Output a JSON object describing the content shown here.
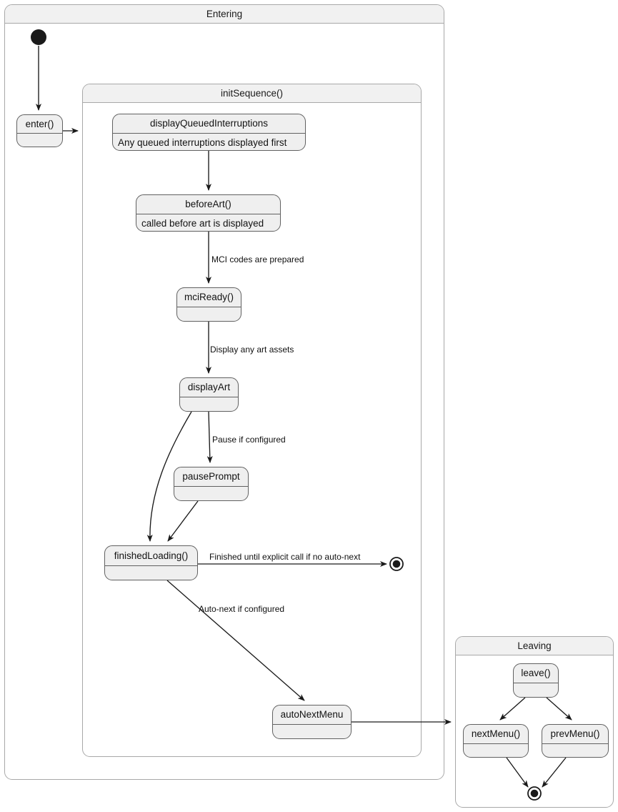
{
  "diagram": {
    "type": "uml-state-diagram",
    "title_visible": false,
    "colors": {
      "state_fill": "#EFEFEF",
      "state_stroke": "#616161",
      "frame_stroke": "#A8A8A8",
      "frame_title_fill": "#F1F1F1",
      "edge_stroke": "#1A1A1A",
      "node_fill_initial": "#1A1A1A",
      "background": "#FFFFFF"
    }
  },
  "composites": {
    "entering": {
      "title": "Entering"
    },
    "init_sequence": {
      "title": "initSequence()"
    },
    "leaving": {
      "title": "Leaving"
    }
  },
  "states": {
    "enter": {
      "name": "enter()",
      "body": ""
    },
    "display_queued_interruptions": {
      "name": "displayQueuedInterruptions",
      "body": "Any queued interruptions displayed first"
    },
    "before_art": {
      "name": "beforeArt()",
      "body": "called before art is displayed"
    },
    "mci_ready": {
      "name": "mciReady()",
      "body": ""
    },
    "display_art": {
      "name": "displayArt",
      "body": ""
    },
    "pause_prompt": {
      "name": "pausePrompt",
      "body": ""
    },
    "finished_loading": {
      "name": "finishedLoading()",
      "body": ""
    },
    "auto_next_menu": {
      "name": "autoNextMenu",
      "body": ""
    },
    "leave": {
      "name": "leave()",
      "body": ""
    },
    "next_menu": {
      "name": "nextMenu()",
      "body": ""
    },
    "prev_menu": {
      "name": "prevMenu()",
      "body": ""
    }
  },
  "pseudostates": {
    "initial": {
      "kind": "initial",
      "label": ""
    },
    "final_entering": {
      "kind": "final",
      "label": ""
    },
    "final_leaving": {
      "kind": "final",
      "label": ""
    }
  },
  "transitions": [
    {
      "id": "t_initial_enter",
      "from": "initial",
      "to": "enter",
      "label": ""
    },
    {
      "id": "t_enter_init",
      "from": "enter",
      "to": "init_sequence",
      "label": ""
    },
    {
      "id": "t_dqi_beforeart",
      "from": "display_queued_interruptions",
      "to": "before_art",
      "label": ""
    },
    {
      "id": "t_beforeart_mci",
      "from": "before_art",
      "to": "mci_ready",
      "label": "MCI codes are prepared"
    },
    {
      "id": "t_mci_displayart",
      "from": "mci_ready",
      "to": "display_art",
      "label": "Display any art assets"
    },
    {
      "id": "t_displayart_pause",
      "from": "display_art",
      "to": "pause_prompt",
      "label": "Pause if configured"
    },
    {
      "id": "t_displayart_finished",
      "from": "display_art",
      "to": "finished_loading",
      "label": ""
    },
    {
      "id": "t_pause_finished",
      "from": "pause_prompt",
      "to": "finished_loading",
      "label": ""
    },
    {
      "id": "t_finished_final",
      "from": "finished_loading",
      "to": "final_entering",
      "label": "Finished until explicit call if no auto-next"
    },
    {
      "id": "t_finished_autonext",
      "from": "finished_loading",
      "to": "auto_next_menu",
      "label": "Auto-next if configured"
    },
    {
      "id": "t_autonext_leaving",
      "from": "auto_next_menu",
      "to": "leaving",
      "label": ""
    },
    {
      "id": "t_leave_next",
      "from": "leave",
      "to": "next_menu",
      "label": ""
    },
    {
      "id": "t_leave_prev",
      "from": "leave",
      "to": "prev_menu",
      "label": ""
    },
    {
      "id": "t_next_final",
      "from": "next_menu",
      "to": "final_leaving",
      "label": ""
    },
    {
      "id": "t_prev_final",
      "from": "prev_menu",
      "to": "final_leaving",
      "label": ""
    }
  ]
}
